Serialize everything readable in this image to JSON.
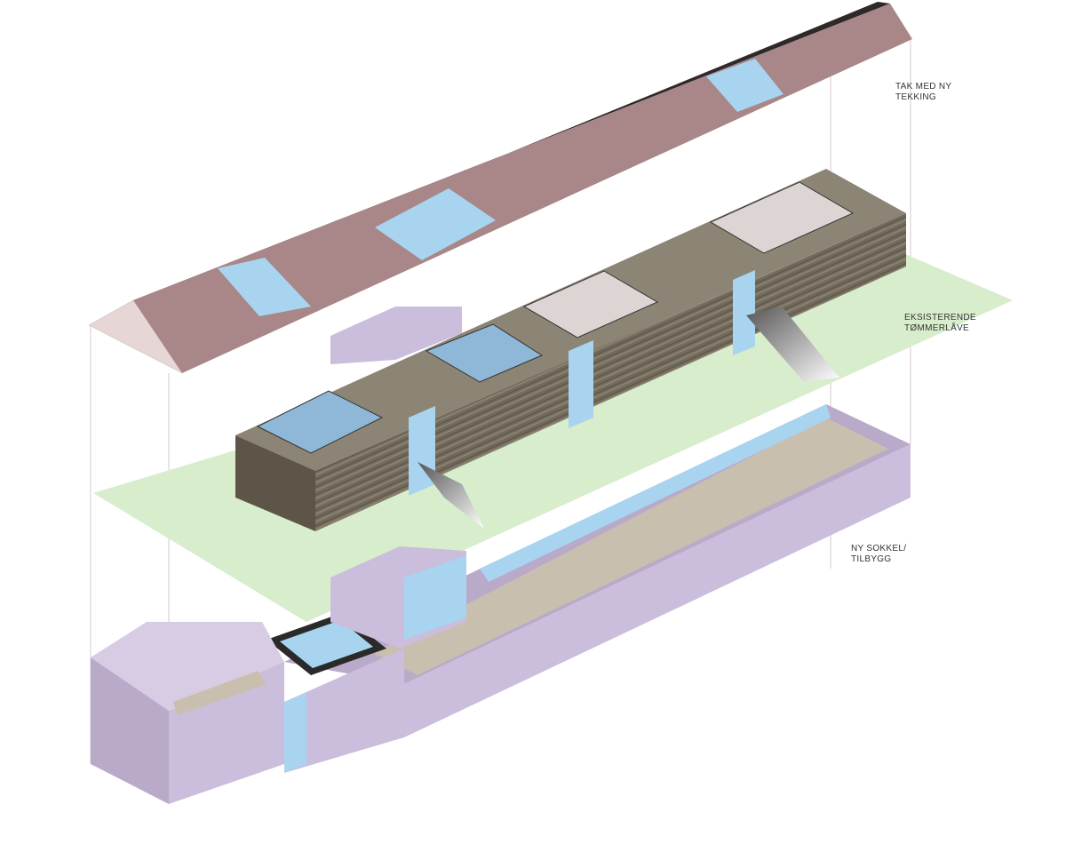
{
  "labels": {
    "roof": [
      "TAK MED NY",
      "TEKKING"
    ],
    "barn": [
      "EKSISTERENDE",
      "TØMMERLÅVE"
    ],
    "base": [
      "NY SOKKEL/",
      "TILBYGG"
    ]
  },
  "colors": {
    "roof": "#a98688",
    "roof_edge": "#2f2a2a",
    "glass": "#a8d4f0",
    "ground_plane": "#d8edcc",
    "timber": "#6f6658",
    "plinth": "#cbbddc",
    "floor": "#c9bfae"
  }
}
